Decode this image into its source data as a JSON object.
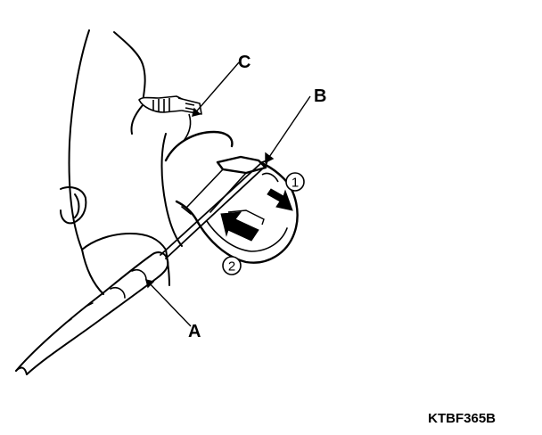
{
  "callouts": {
    "a": "A",
    "b": "B",
    "c": "C"
  },
  "steps": {
    "one": "1",
    "two": "2"
  },
  "figure_code": "KTBF365B",
  "colors": {
    "ink": "#000000",
    "paper": "#ffffff"
  }
}
